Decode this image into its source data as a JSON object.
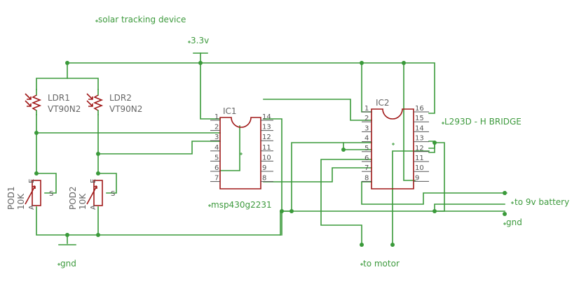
{
  "title": "solar tracking device",
  "supply_label": "3.3v",
  "ground_label_left": "gnd",
  "ground_label_right": "gnd",
  "battery_label": "to 9v battery",
  "motor_label": "to motor",
  "ic1": {
    "name": "IC1",
    "part": "msp430g2231",
    "left_pins": [
      "1",
      "2",
      "3",
      "4",
      "5",
      "6",
      "7"
    ],
    "right_pins": [
      "14",
      "13",
      "12",
      "11",
      "10",
      "9",
      "8"
    ]
  },
  "ic2": {
    "name": "IC2",
    "part": "L293D - H BRIDGE",
    "left_pins": [
      "1",
      "2",
      "3",
      "4",
      "5",
      "6",
      "7",
      "8"
    ],
    "right_pins": [
      "16",
      "15",
      "14",
      "13",
      "12",
      "11",
      "10",
      "9"
    ]
  },
  "ldr1": {
    "name": "LDR1",
    "value": "VT90N2"
  },
  "ldr2": {
    "name": "LDR2",
    "value": "VT90N2"
  },
  "pod1": {
    "name": "POD1",
    "value": "10K",
    "pin_a": "A",
    "pin_e": "E",
    "pin_s": "S"
  },
  "pod2": {
    "name": "POD2",
    "value": "10K",
    "pin_a": "A",
    "pin_e": "E",
    "pin_s": "S"
  },
  "colors": {
    "wire": "#3a9a3a",
    "part": "#a01818",
    "text": "#3d9a3d"
  }
}
